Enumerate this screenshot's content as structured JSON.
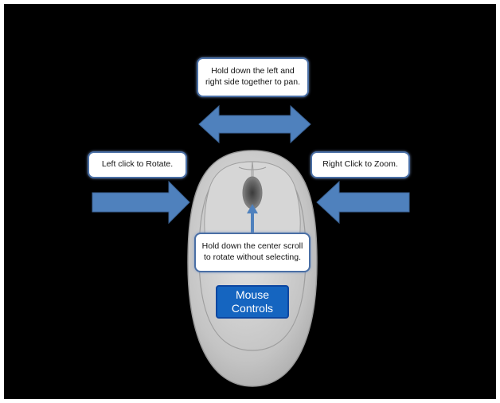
{
  "callouts": {
    "pan": "Hold down the left and\nright side together to pan.",
    "rotate": "Left click to Rotate.",
    "zoom": "Right Click to Zoom.",
    "scroll": "Hold down the center scroll\nto rotate without selecting."
  },
  "title": "Mouse\nControls",
  "colors": {
    "background": "#000000",
    "arrow": "#4f81bd",
    "callout_border": "#4a6fa5",
    "title_fill": "#1565c0",
    "mouse_body": "#c8c8c8"
  }
}
